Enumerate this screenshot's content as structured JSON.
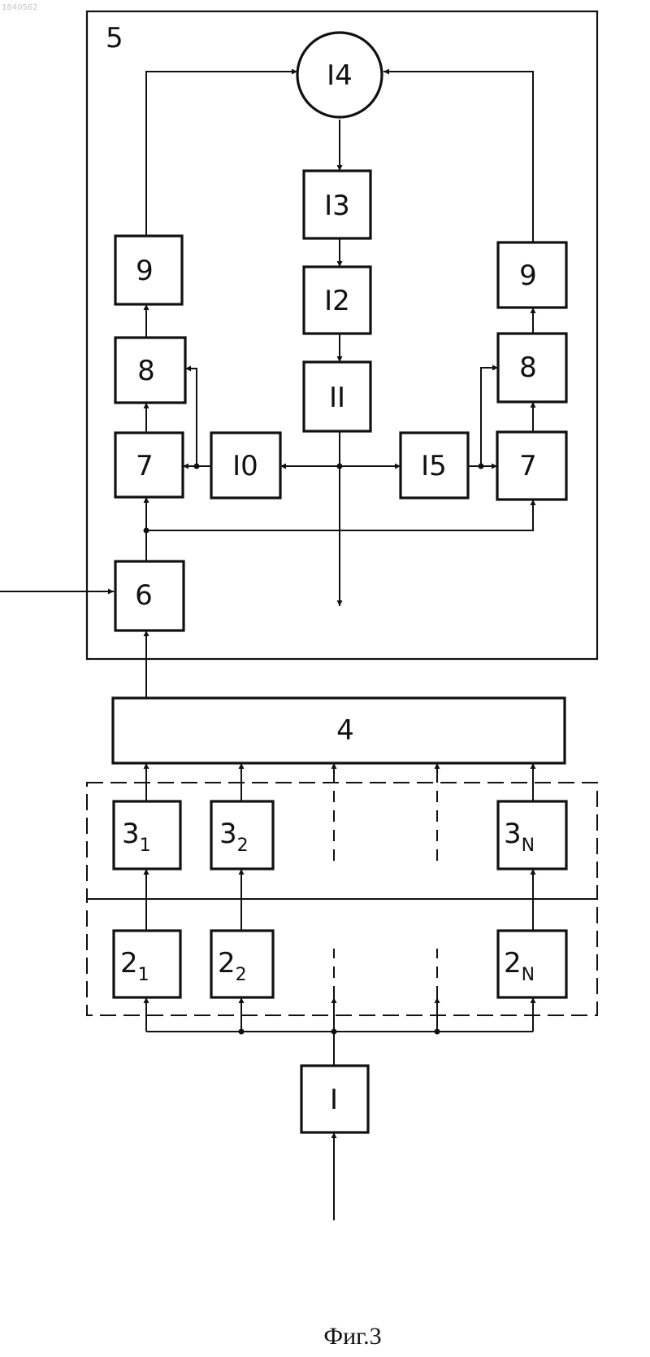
{
  "stamp": "1840562",
  "caption": "Фиг.3",
  "unit_label": "5",
  "blocks": {
    "b14": "I4",
    "b13": "I3",
    "b12": "I2",
    "b11": "II",
    "b10": "I0",
    "b15": "I5",
    "b9_left": "9",
    "b9_right": "9",
    "b8_left": "8",
    "b8_right": "8",
    "b7_left": "7",
    "b7_right": "7",
    "b6": "6",
    "b4": "4",
    "b1": "I",
    "b3_1": {
      "main": "3",
      "sub": "1"
    },
    "b3_2": {
      "main": "3",
      "sub": "2"
    },
    "b3_n": {
      "main": "3",
      "sub": "N"
    },
    "b2_1": {
      "main": "2",
      "sub": "1"
    },
    "b2_2": {
      "main": "2",
      "sub": "2"
    },
    "b2_n": {
      "main": "2",
      "sub": "N"
    }
  }
}
